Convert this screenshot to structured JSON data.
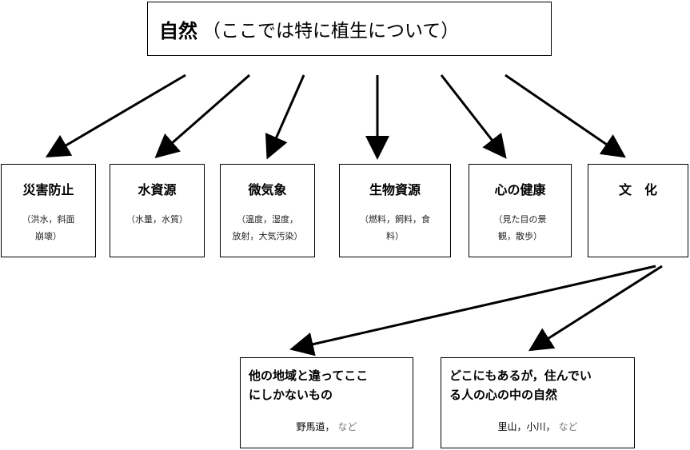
{
  "root": {
    "title": "自然",
    "subtitle": "（ここでは特に植生について）"
  },
  "categories": [
    {
      "title": "災害防止",
      "detail_lines": [
        "（洪水，斜面",
        "崩壊）"
      ]
    },
    {
      "title": "水資源",
      "detail_lines": [
        "（水量，水質）"
      ]
    },
    {
      "title": "微気象",
      "detail_lines": [
        "（温度，湿度，",
        "放射，大気汚染）"
      ]
    },
    {
      "title": "生物資源",
      "detail_lines": [
        "（燃料，飼料，食",
        "料）"
      ]
    },
    {
      "title": "心の健康",
      "detail_lines": [
        "（見た目の景",
        "観，散歩）"
      ]
    },
    {
      "title": "文　化",
      "detail_lines": []
    }
  ],
  "culture_children": [
    {
      "title_lines": [
        "他の地域と違ってここ",
        "にしかないもの"
      ],
      "example": "野馬道，",
      "etc": "など"
    },
    {
      "title_lines": [
        "どこにもあるが，住んでい",
        "る人の心の中の自然"
      ],
      "example": "里山，小川，",
      "etc": "など"
    }
  ]
}
